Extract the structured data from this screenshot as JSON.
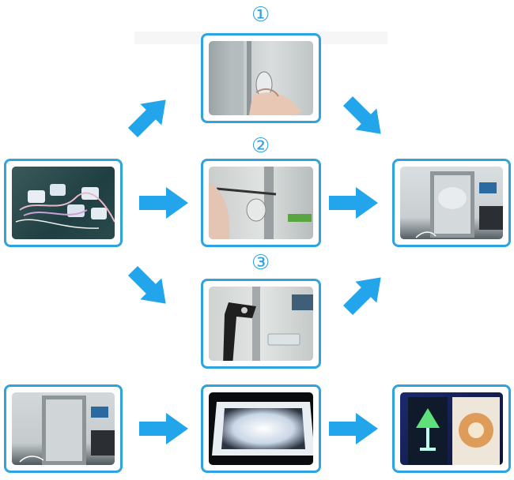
{
  "steps": {
    "one": "①",
    "two": "②",
    "three": "③"
  },
  "colors": {
    "accent": "#2ea3e0",
    "arrow": "#22a5ea"
  },
  "images": [
    "led-modules-photo",
    "step1-insert-photo",
    "step2-screw-photo",
    "step3-clip-photo",
    "assembled-box-photo",
    "empty-box-photo",
    "lit-box-photo",
    "finished-lightbox-photo"
  ]
}
